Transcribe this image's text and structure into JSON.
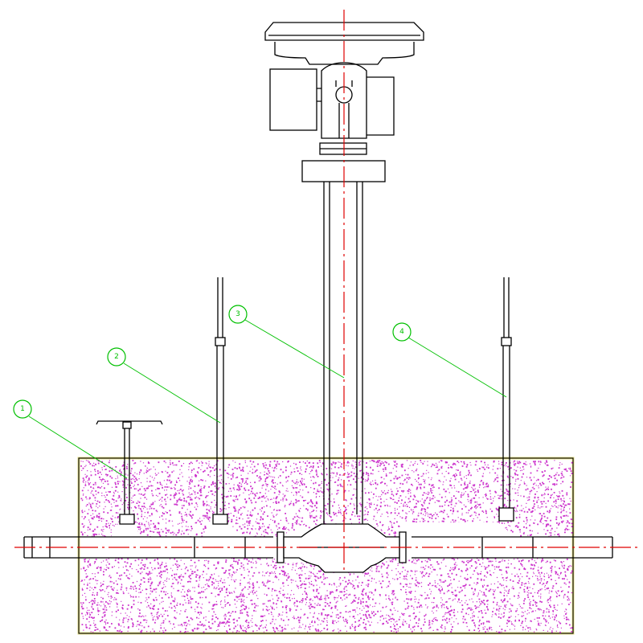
{
  "callouts": [
    {
      "label": "1"
    },
    {
      "label": "2"
    },
    {
      "label": "3"
    },
    {
      "label": "4"
    }
  ],
  "colors": {
    "outline": "#000000",
    "centerline": "#e00000",
    "callout": "#00c000",
    "fill_speckle": "#cc33cc",
    "fill_border": "#e6e08a"
  }
}
